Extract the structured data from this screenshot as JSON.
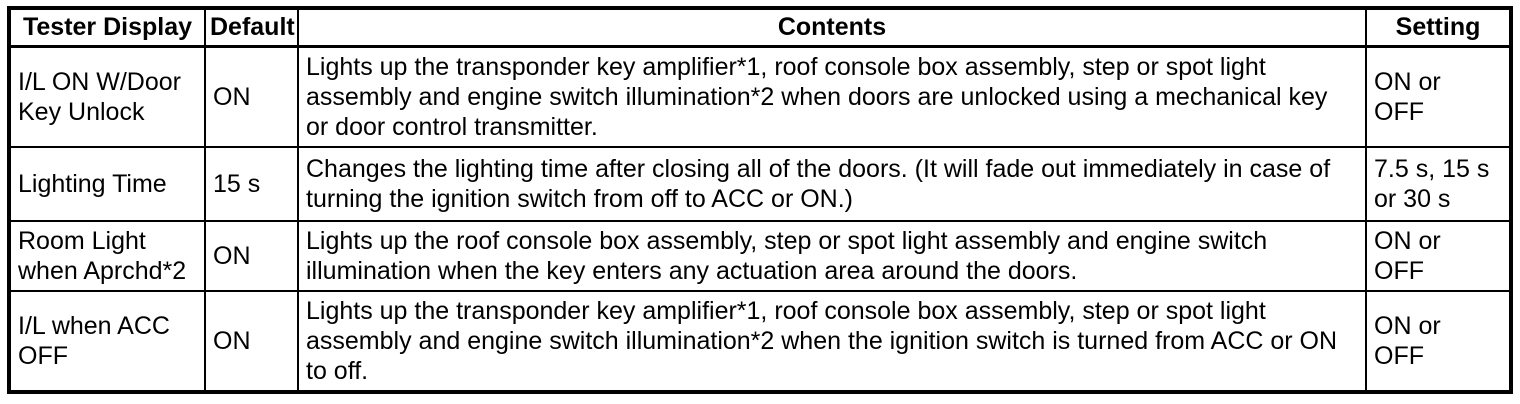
{
  "page": {
    "background_color": "#ffffff",
    "text_color": "#000000",
    "border_color": "#000000"
  },
  "table": {
    "columns": [
      {
        "label": "Tester Display"
      },
      {
        "label": "Default"
      },
      {
        "label": "Contents"
      },
      {
        "label": "Setting"
      }
    ],
    "rows": [
      {
        "tester_display": "I/L ON W/Door Key Unlock",
        "default": "ON",
        "contents": "Lights up the transponder key amplifier*1, roof console box assembly, step or spot light assembly and engine switch illumination*2 when doors are unlocked using a mechanical key or door control transmitter.",
        "setting": "ON or OFF"
      },
      {
        "tester_display": "Lighting Time",
        "default": "15 s",
        "contents": "Changes the lighting time after closing all of the doors. (It will fade out immediately in case of turning the ignition switch from off to ACC or ON.)",
        "setting": "7.5 s, 15 s or 30 s"
      },
      {
        "tester_display": "Room Light when Aprchd*2",
        "default": "ON",
        "contents": "Lights up the roof console box assembly, step or spot light assembly and engine switch illumination when the key enters any actuation area around the doors.",
        "setting": "ON or OFF"
      },
      {
        "tester_display": "I/L when ACC OFF",
        "default": "ON",
        "contents": "Lights up the transponder key amplifier*1, roof console box assembly, step or spot light assembly and engine switch illumination*2 when the ignition switch is turned from ACC or ON to off.",
        "setting": "ON or OFF"
      }
    ]
  }
}
